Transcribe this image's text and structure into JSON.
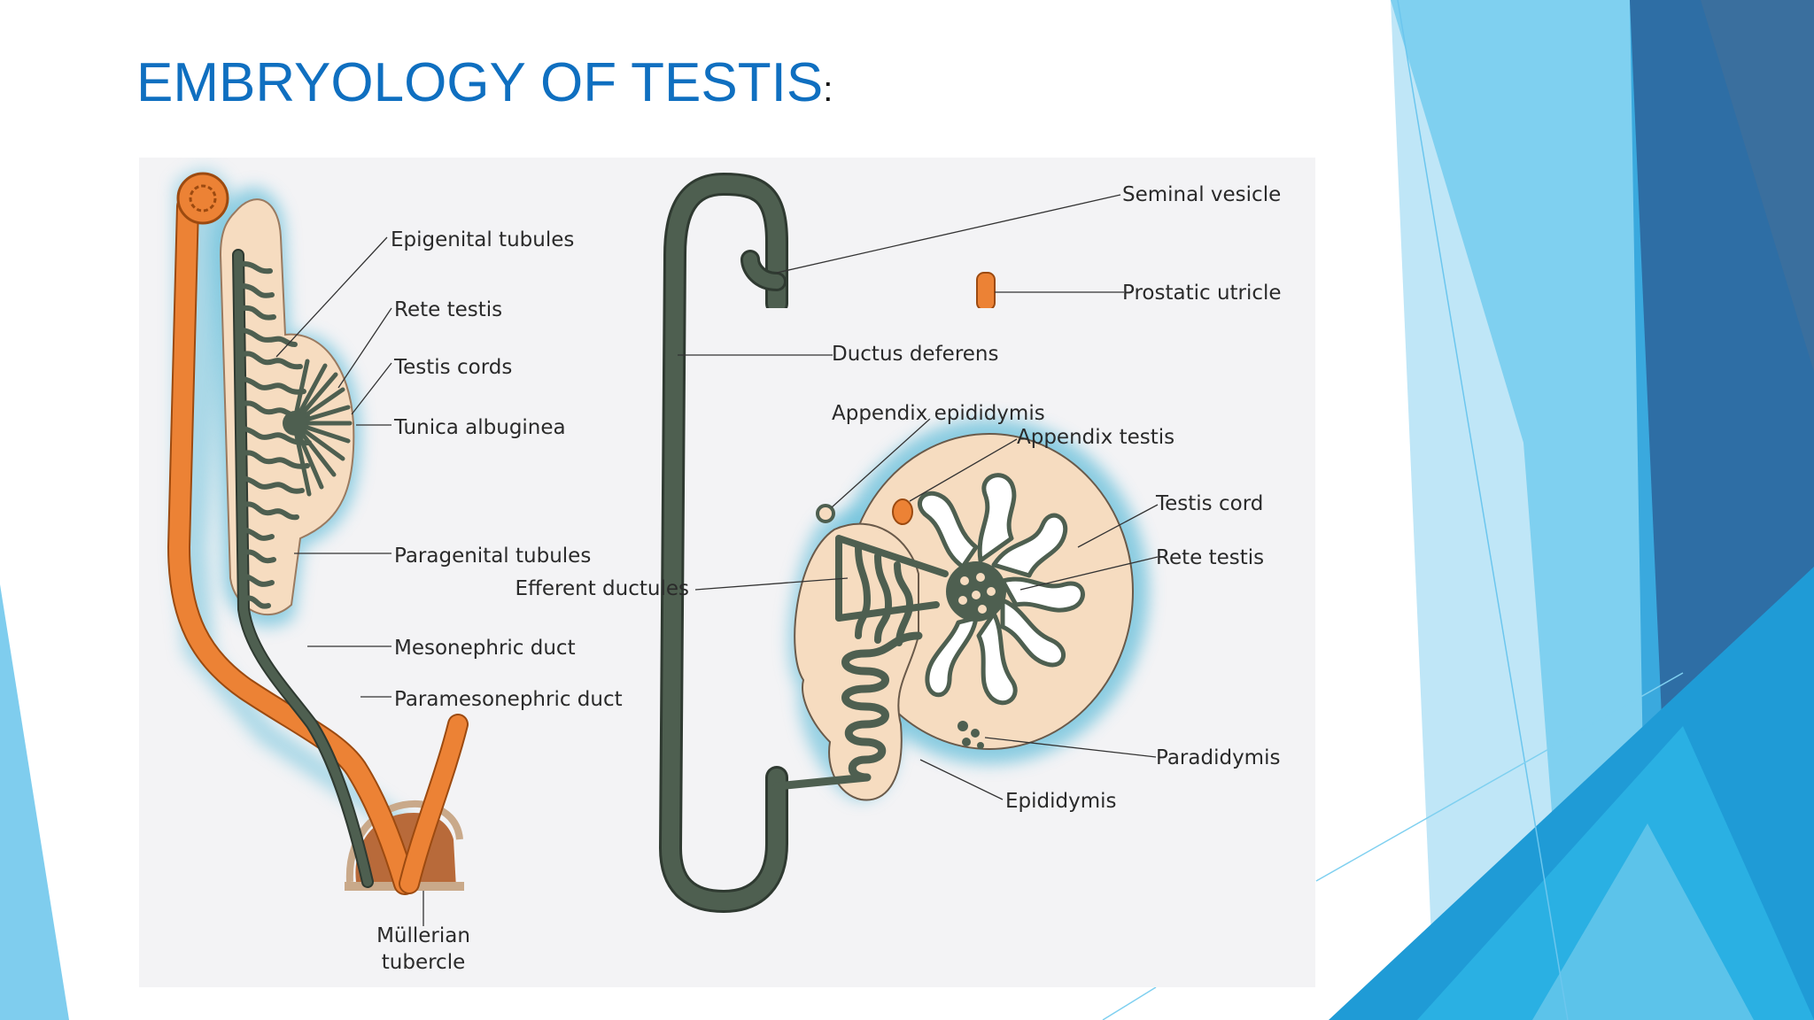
{
  "title": {
    "text": "EMBRYOLOGY OF TESTIS",
    "colon": ":"
  },
  "colors": {
    "title": "#0f6fc0",
    "deco_dark": "#2e6ea5",
    "deco_mid": "#2ba6de",
    "deco_light": "#7fd0f0",
    "tissue": "#f6dcc0",
    "duct": "#4e5f50",
    "orange_duct": "#ec8235",
    "glow": "#6fc2dc"
  },
  "diagram": {
    "left_labels": {
      "epigenital_tubules": "Epigenital tubules",
      "rete_testis": "Rete testis",
      "testis_cords": "Testis cords",
      "tunica_albuginea": "Tunica albuginea",
      "paragenital_tubules": "Paragenital tubules",
      "mesonephric_duct": "Mesonephric duct",
      "paramesonephric_duct": "Paramesonephric duct",
      "mullerian_line1": "Müllerian",
      "mullerian_line2": "tubercle"
    },
    "right_labels": {
      "seminal_vesicle": "Seminal vesicle",
      "prostatic_utricle": "Prostatic utricle",
      "ductus_deferens": "Ductus deferens",
      "appendix_epididymis": "Appendix epididymis",
      "appendix_testis": "Appendix testis",
      "testis_cord": "Testis cord",
      "rete_testis": "Rete testis",
      "efferent_ductules": "Efferent ductules",
      "paradidymis": "Paradidymis",
      "epididymis": "Epididymis"
    }
  }
}
